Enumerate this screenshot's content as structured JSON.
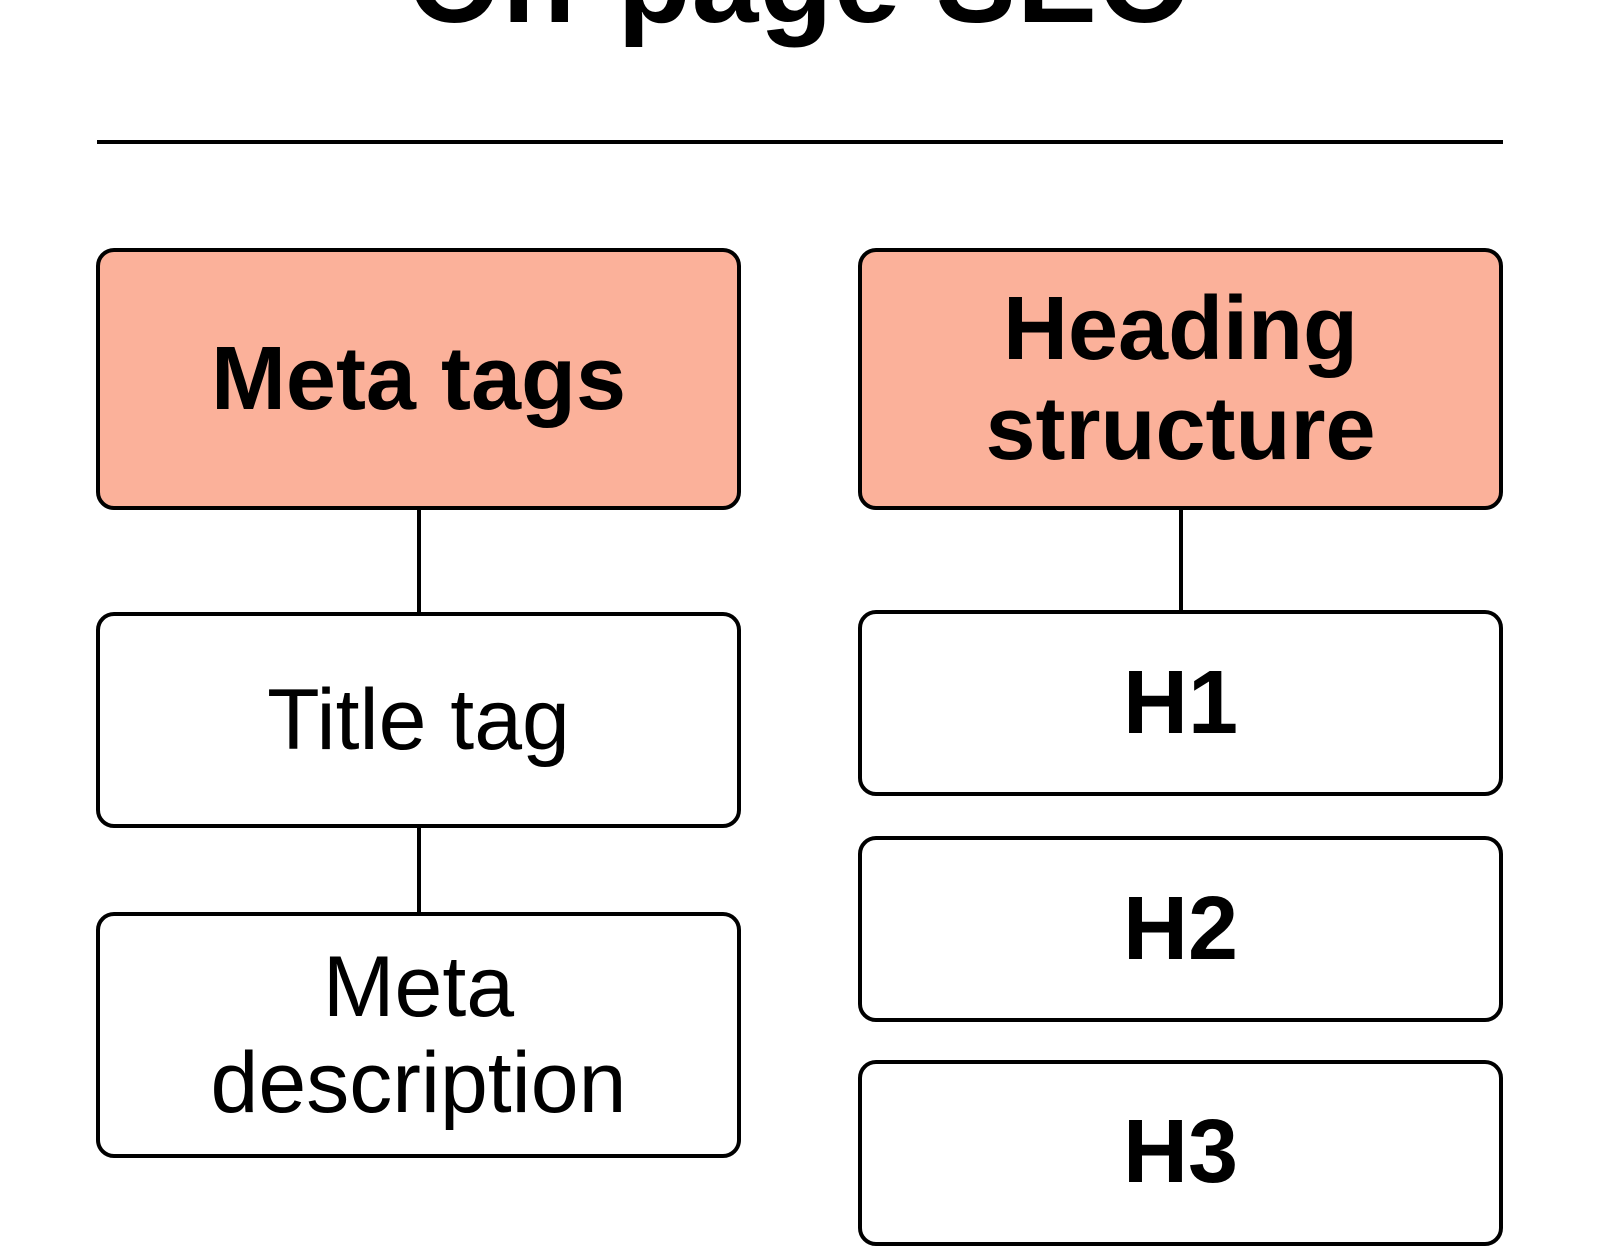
{
  "title": "On-page SEO",
  "columns": [
    {
      "header": "Meta tags",
      "items": [
        "Title tag",
        "Meta description"
      ]
    },
    {
      "header": "Heading structure",
      "items": [
        "H1",
        "H2",
        "H3"
      ]
    }
  ],
  "colors": {
    "header_fill": "#fbb19a",
    "item_fill": "#ffffff",
    "stroke": "#000000"
  }
}
